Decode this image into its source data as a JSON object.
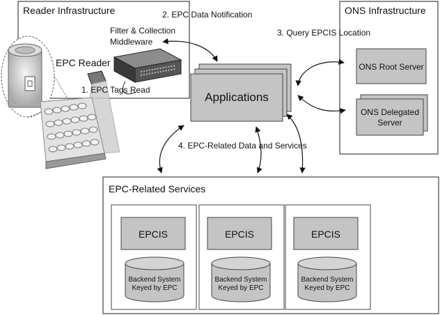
{
  "reader_infrastructure": {
    "title": "Reader Infrastructure",
    "middleware_line1": "Filter & Collection",
    "middleware_line2": "Middleware",
    "epc_reader_label": "EPC Reader"
  },
  "ons_infrastructure": {
    "title": "ONS Infrastructure",
    "root_server": "ONS Root Server",
    "delegated_line1": "ONS Delegated",
    "delegated_line2": "Server"
  },
  "applications": {
    "label": "Applications"
  },
  "flows": {
    "tags_read": "1. EPC Tags Read",
    "data_notification": "2. EPC Data Notification",
    "query_epcis": "3. Query EPCIS Location",
    "related_data": "4. EPC-Related Data and Services"
  },
  "epc_services": {
    "title": "EPC-Related Services",
    "units": [
      {
        "epcis": "EPCIS",
        "backend_line1": "Backend System",
        "backend_line2": "Keyed by EPC"
      },
      {
        "epcis": "EPCIS",
        "backend_line1": "Backend System",
        "backend_line2": "Keyed by EPC"
      },
      {
        "epcis": "EPCIS",
        "backend_line1": "Backend System",
        "backend_line2": "Keyed by EPC"
      }
    ]
  }
}
